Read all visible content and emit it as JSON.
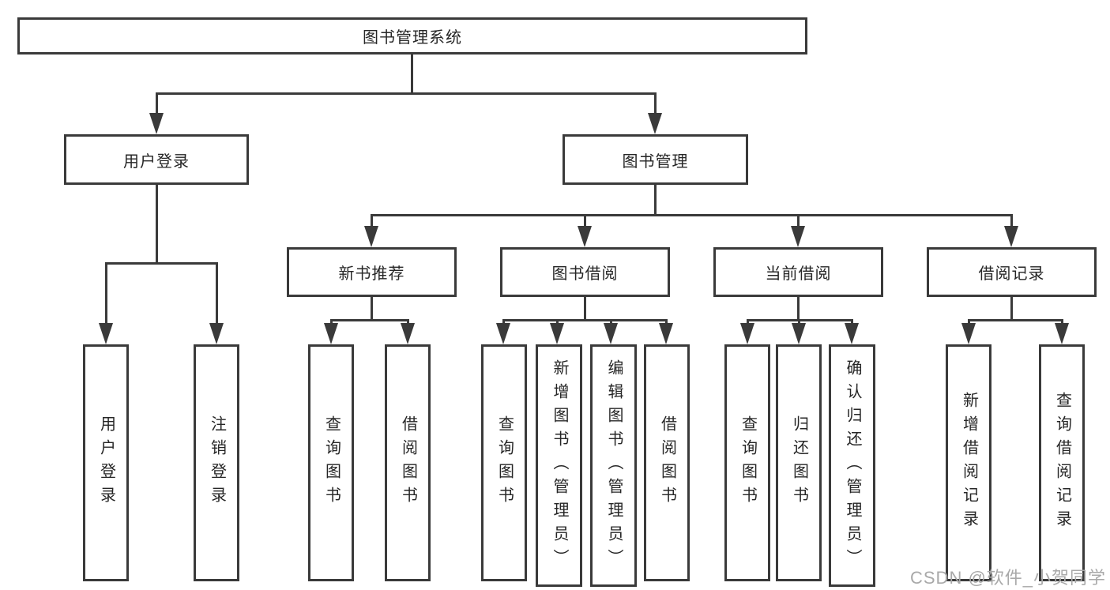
{
  "tree": {
    "root": {
      "label": "图书管理系统",
      "children": [
        {
          "label": "用户登录",
          "children": [
            {
              "label": "用户登录"
            },
            {
              "label": "注销登录"
            }
          ]
        },
        {
          "label": "图书管理",
          "children": [
            {
              "label": "新书推荐",
              "children": [
                {
                  "label": "查询图书"
                },
                {
                  "label": "借阅图书"
                }
              ]
            },
            {
              "label": "图书借阅",
              "children": [
                {
                  "label": "查询图书"
                },
                {
                  "label": "新增图书（管理员）"
                },
                {
                  "label": "编辑图书（管理员）"
                },
                {
                  "label": "借阅图书"
                }
              ]
            },
            {
              "label": "当前借阅",
              "children": [
                {
                  "label": "查询图书"
                },
                {
                  "label": "归还图书"
                },
                {
                  "label": "确认归还（管理员）"
                }
              ]
            },
            {
              "label": "借阅记录",
              "children": [
                {
                  "label": "新增借阅记录"
                },
                {
                  "label": "查询借阅记录"
                }
              ]
            }
          ]
        }
      ]
    }
  },
  "watermark": {
    "text": "CSDN @软件_小贺同学"
  },
  "colors": {
    "line": "#3a3a3a",
    "text": "#262626",
    "watermark": "#a9a9a9",
    "background": "#ffffff"
  }
}
